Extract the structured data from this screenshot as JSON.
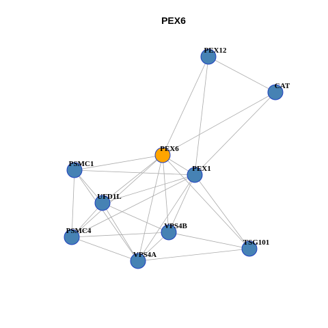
{
  "title": "PEX6",
  "colors": {
    "node_fill": "#4682b4",
    "node_stroke": "#1f3fbf",
    "focus_fill": "#ffa500",
    "edge": "#a9a9a9",
    "background": "#ffffff"
  },
  "nodes": [
    {
      "id": "PEX12",
      "label": "PEX12",
      "focus": false
    },
    {
      "id": "CAT",
      "label": "CAT",
      "focus": false
    },
    {
      "id": "PEX6",
      "label": "PEX6",
      "focus": true
    },
    {
      "id": "PSMC1",
      "label": "PSMC1",
      "focus": false
    },
    {
      "id": "PEX1",
      "label": "PEX1",
      "focus": false
    },
    {
      "id": "UFD1L",
      "label": "UFD1L",
      "focus": false
    },
    {
      "id": "VPS4B",
      "label": "VPS4B",
      "focus": false
    },
    {
      "id": "PSMC4",
      "label": "PSMC4",
      "focus": false
    },
    {
      "id": "TSG101",
      "label": "TSG101",
      "focus": false
    },
    {
      "id": "VPS4A",
      "label": "VPS4A",
      "focus": false
    }
  ],
  "edges": [
    [
      "PEX12",
      "CAT"
    ],
    [
      "PEX12",
      "PEX6"
    ],
    [
      "PEX12",
      "PEX1"
    ],
    [
      "CAT",
      "PEX6"
    ],
    [
      "CAT",
      "PEX1"
    ],
    [
      "PEX6",
      "PSMC1"
    ],
    [
      "PEX6",
      "PEX1"
    ],
    [
      "PEX6",
      "UFD1L"
    ],
    [
      "PEX6",
      "VPS4B"
    ],
    [
      "PEX6",
      "PSMC4"
    ],
    [
      "PEX6",
      "VPS4A"
    ],
    [
      "PEX6",
      "TSG101"
    ],
    [
      "PSMC1",
      "PEX1"
    ],
    [
      "PSMC1",
      "UFD1L"
    ],
    [
      "PSMC1",
      "PSMC4"
    ],
    [
      "PSMC1",
      "VPS4A"
    ],
    [
      "PEX1",
      "UFD1L"
    ],
    [
      "PEX1",
      "VPS4B"
    ],
    [
      "PEX1",
      "PSMC4"
    ],
    [
      "PEX1",
      "VPS4A"
    ],
    [
      "PEX1",
      "TSG101"
    ],
    [
      "UFD1L",
      "PSMC4"
    ],
    [
      "UFD1L",
      "VPS4B"
    ],
    [
      "UFD1L",
      "VPS4A"
    ],
    [
      "VPS4B",
      "TSG101"
    ],
    [
      "VPS4B",
      "VPS4A"
    ],
    [
      "PSMC4",
      "VPS4B"
    ],
    [
      "PSMC4",
      "VPS4A"
    ],
    [
      "VPS4A",
      "TSG101"
    ]
  ]
}
